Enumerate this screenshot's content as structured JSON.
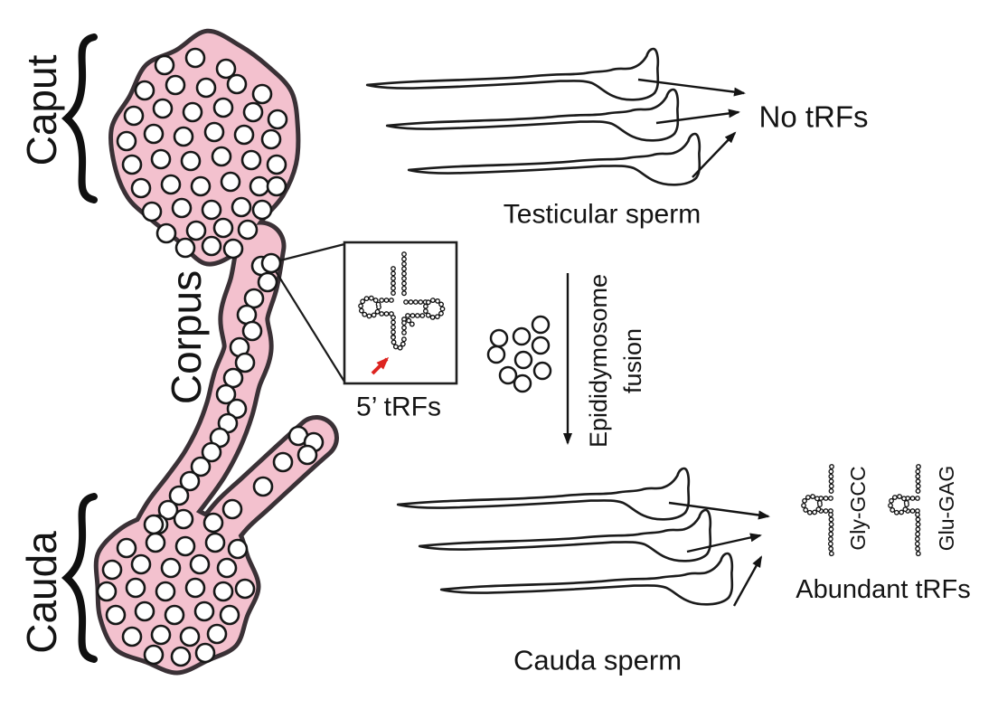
{
  "figure": {
    "regions": {
      "caput": "Caput",
      "corpus": "Corpus",
      "cauda": "Cauda"
    },
    "inset": {
      "label": "5’ tRFs"
    },
    "fusion": {
      "line1": "Epididymosome",
      "line2": "fusion"
    },
    "testicular": {
      "caption": "Testicular sperm",
      "result": "No tRFs"
    },
    "cauda_sperm": {
      "caption": "Cauda sperm",
      "result": "Abundant tRFs"
    },
    "trf_types": [
      {
        "label": "Gly-GCC"
      },
      {
        "label": "Glu-GAG"
      }
    ],
    "colors": {
      "tissue_pink": "#f3c1ce",
      "outline": "#3a3136",
      "ink": "#141414",
      "accent_red": "#dd2420",
      "vesicle_fill": "#ffffff"
    }
  }
}
